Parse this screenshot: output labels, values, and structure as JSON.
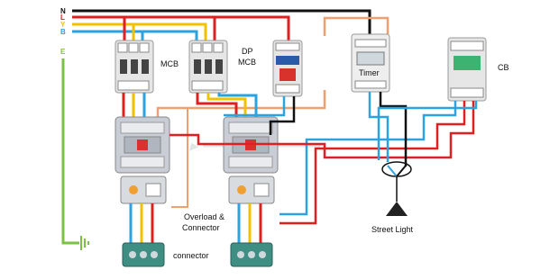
{
  "supply_labels": {
    "n": "N",
    "l": "L",
    "y": "Y",
    "b": "B",
    "e": "E"
  },
  "labels": {
    "mcb": "MCB",
    "dp_mcb_1": "DP",
    "dp_mcb_2": "MCB",
    "timer": "Timer",
    "cb": "CB",
    "overload_1": "Overload &",
    "overload_2": "Connector",
    "connector": "connector",
    "street_light": "Street Light"
  },
  "colors": {
    "neutral": "#111111",
    "live": "#e02020",
    "yellow": "#f2c200",
    "blue": "#2aa3e0",
    "earth": "#7cc242",
    "control": "#f0a070",
    "device_grey": "#e6e6e6",
    "contactor_body": "#c9cdd6",
    "accent_red": "#d9322c",
    "accent_green": "#3cb371"
  }
}
